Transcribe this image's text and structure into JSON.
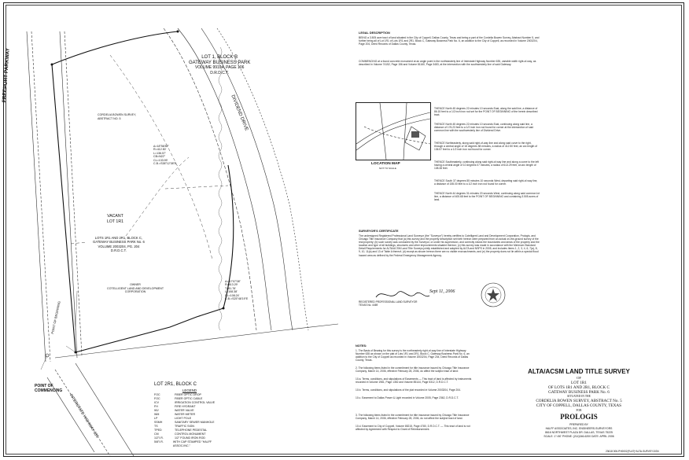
{
  "plat": {
    "adjacent_lot": [
      "LOT 1, BLOCK B",
      "GATEWAY BUSINESS PARK",
      "VOLUME 99104, PAGE 106",
      "D.R.D.C.T."
    ],
    "survey_name": [
      "CORDELIA BOWEN SURVEY,",
      "ABSTRACT NO. 5"
    ],
    "vacant": [
      "VACANT",
      "LOT 1R1"
    ],
    "lot_label": [
      "LOTS 1R1 AND 2R1, BLOCK C,",
      "GATEWAY BUSINESS PARK No. 6",
      "VOLUME 2003204, PG. 204",
      "D.R.D.C.T."
    ],
    "owner": [
      "OWNER",
      "COTELLIGENT LAND AND DEVELOPMENT",
      "CORPORATION"
    ],
    "lot_2r1": "LOT 2R1, BLOCK C",
    "street_freeport": "FREEPORT PARKWAY",
    "street_dividend": "DIVIDEND DRIVE",
    "street_interstate": "INTERSTATE HIGHWAY 635",
    "pob": "POINT OF BEGINNING",
    "poc": [
      "POINT OF",
      "COMMENCING"
    ],
    "curve_a": [
      "Δ=18°58'82\"",
      "R=412.50'",
      "L=136.57'",
      "CB=N22°",
      "CL=133.99'",
      "C.B.=S38°12'38\"E"
    ],
    "curve_b": [
      "Δ=10°07'08\"",
      "R=613.29'",
      "T=81.76'",
      "L=108.38'",
      "CL=108.24'",
      "C.B.=S25°48'19\"E"
    ]
  },
  "legal": {
    "heading": "LEGAL DESCRIPTION",
    "text": [
      "BEING a 3.505 acre tract of land situated in the City of Coppell, Dallas County, Texas and being a part of the Cordelia Bowen Survey, Abstract Number 5, and further being all of Lot 1R1 of Lots 1R1 and 2R1, Block C, Gateway Business Park No. 6, an addition to the City of Coppell, as recorded in Volume 2003204, Page 204, Deed Records of Dallas County, Texas.",
      "COMMENCING at a found concrete monument at an angle point in the northeasterly line of Interstate Highway Number 635, variable width right-of-way, as described in Volume 74152, Page 156 and Volume 81160, Page 3483, at the intersection with the southwesterly line of said Gateway.",
      "THENCE North 45 degrees 22 minutes 10 seconds East, along the said line, a distance of 86.15 feet to a 1/2 inch iron rod set for the POINT OF BEGINNING of the herein described tract.",
      "THENCE North 45 degrees 22 minutes 10 seconds East, continuing along said line, a distance of 176.23 feet to a 1/2 inch iron rod found for corner at the intersection of said common line with the southwesterly line of Dividend Drive.",
      "THENCE Northeasterly, along said right-of-way line and along said curve to the right, through a central angle of 18 degrees 58 minutes, a radius of 412.50 feet, an arc length of 136.57 feet to a 1/2 inch iron rod found for corner.",
      "THENCE Southeasterly, continuing along said right-of-way line and along a curve to the left having a central angle of 10 degrees 07 minutes, a radius of 613.29 feet, an arc length of 108.38 feet.",
      "THENCE South 37 degrees 55 minutes 10 seconds West, departing said right-of-way line, a distance of 155.00 feet to a 1/2 inch iron rod found for corner.",
      "THENCE North 44 degrees 31 minutes 20 seconds West, continuing along said common lot line, a distance of 405.68 feet to the POINT OF BEGINNING and containing 3.505 acres of land."
    ]
  },
  "location_map": {
    "title": "LOCATION MAP",
    "subtitle": "NOT TO SCALE"
  },
  "certificate": {
    "heading": "SURVEYOR'S CERTIFICATE",
    "text": "The undersigned Registered Professional Land Surveyor (the \"Surveyor\") hereby certifies to Cotelligent Land and Development Corporation, Prologis, and Chicago Title Insurance Company that (a) this survey and the property description set forth hereon were prepared from an actual on-the-ground survey of the real property; (b) such survey was conducted by the Surveyor, or under his supervision, and correctly shows the boundaries and areas of the property and the location and type of all buildings, structures and other improvements situated thereon; (c) this survey was made in accordance with the Minimum Standard Detail Requirements for ALTA/ACSM Land Title Surveys jointly established and adopted by ALTA and NSPS in 2005, and includes Items 1, 2, 3, 4, 6, 7(a), 8, 9, 10, 11(a) and 13 of Table A thereof; (d) except as shown hereon there are no visible encroachments; and (e) the property does not lie within a special flood hazard area as defined by the Federal Emergency Management Agency.",
    "signature": "Sept 11, 2006",
    "name": [
      "REGISTERED PROFESSIONAL LAND SURVEYOR",
      "TEXAS No. 4469"
    ]
  },
  "legend": {
    "heading": "LEGEND",
    "items": [
      [
        "FOC",
        "FIBER OPTIC DROP"
      ],
      [
        "FOC",
        "FIBER OPTIC CABLE"
      ],
      [
        "ICV",
        "IRRIGATION CONTROL VALVE"
      ],
      [
        "FH",
        "FIRE HYDRANT"
      ],
      [
        "WV",
        "WATER VALVE"
      ],
      [
        "WM",
        "WATER METER"
      ],
      [
        "LP",
        "LIGHT POLE"
      ],
      [
        "SSMH",
        "SANITARY SEWER MANHOLE"
      ],
      [
        "TS",
        "TRAFFIC SIGN"
      ],
      [
        "TPED",
        "TELEPHONE PEDESTAL"
      ],
      [
        "CM",
        "CONTROL MONUMENT"
      ],
      [
        "1/2\"I.R.",
        "1/2\" FOUND IRON ROD"
      ],
      [
        "5/8\"I.R.",
        "WITH CAP STAMPED \"HALFF ASSOC.INC.\""
      ]
    ]
  },
  "notes": {
    "heading": "NOTES:",
    "items": [
      "1. The Basis of Bearing for this survey is the northeasterly right-of-way line of Interstate Highway Number 635 as shown on the plat of Lots 1R1 and 2R1, Block C, Gateway Business Park No. 6, an addition to the City of Coppell as recorded in Volume 2003204, Page 204, Deed Records of Dallas County, Texas.",
      "2. The following items listed in the commitment for title insurance issued by Chicago Title Insurance Company, March 14, 2006, effective February 28, 2006, do affect the subject tract of land:",
      "10.a. Terms, conditions, and stipulations of Easements — This tract of land is affected by instruments recorded in Volume 1981, Page 1352 and Volume 85144, Page 5312, D.R.D.C.T.",
      "10.b. Terms, conditions, and stipulations of the plat recorded in Volume 2003204, Page 204.",
      "10.c. Easement to Dallas Power & Light recorded in Volume 2005, Page 2362, D.R.D.C.T.",
      "3. The following items listed in the commitment for title insurance issued by Chicago Title Insurance Company, March 14, 2006, effective February 28, 2006, do not affect the subject tract of land.",
      "10.d. Easement to City of Coppell, Volume 85215, Page 4780, D.R.D.C.T. — This tract of land is not affected by Agreement with Respect to Grant of Reimbursement."
    ]
  },
  "title_block": {
    "line1": "ALTA/ACSM LAND TITLE SURVEY",
    "line2": "OF",
    "line3": "LOT 1R1",
    "line4": "OF LOTS 1R1 AND 2R1, BLOCK C",
    "line5": "GATEWAY BUSINESS PARK No. 6",
    "line6": "SITUATED IN THE",
    "line7": "CORDELIA BOWEN SURVEY, ABSTRACT No. 5",
    "line8": "CITY OF COPPELL, DALLAS COUNTY, TEXAS",
    "line9": "FOR",
    "client": "PROLOGIS",
    "prepared": "PREPARED BY",
    "firm": "HALFF ASSOCIATES, INC. ENGINEERS-SURVEYORS",
    "address": "8616 NORTHWEST PLAZA DR. DALLAS, TEXAS 75225",
    "phone": "SCALE: 1\"=50'   PHONE: (214)346-6200   DATE: APRIL 2006",
    "footer": "23618  006-PH0002(FLAT)*ALTA-SURVEY.DGN"
  }
}
